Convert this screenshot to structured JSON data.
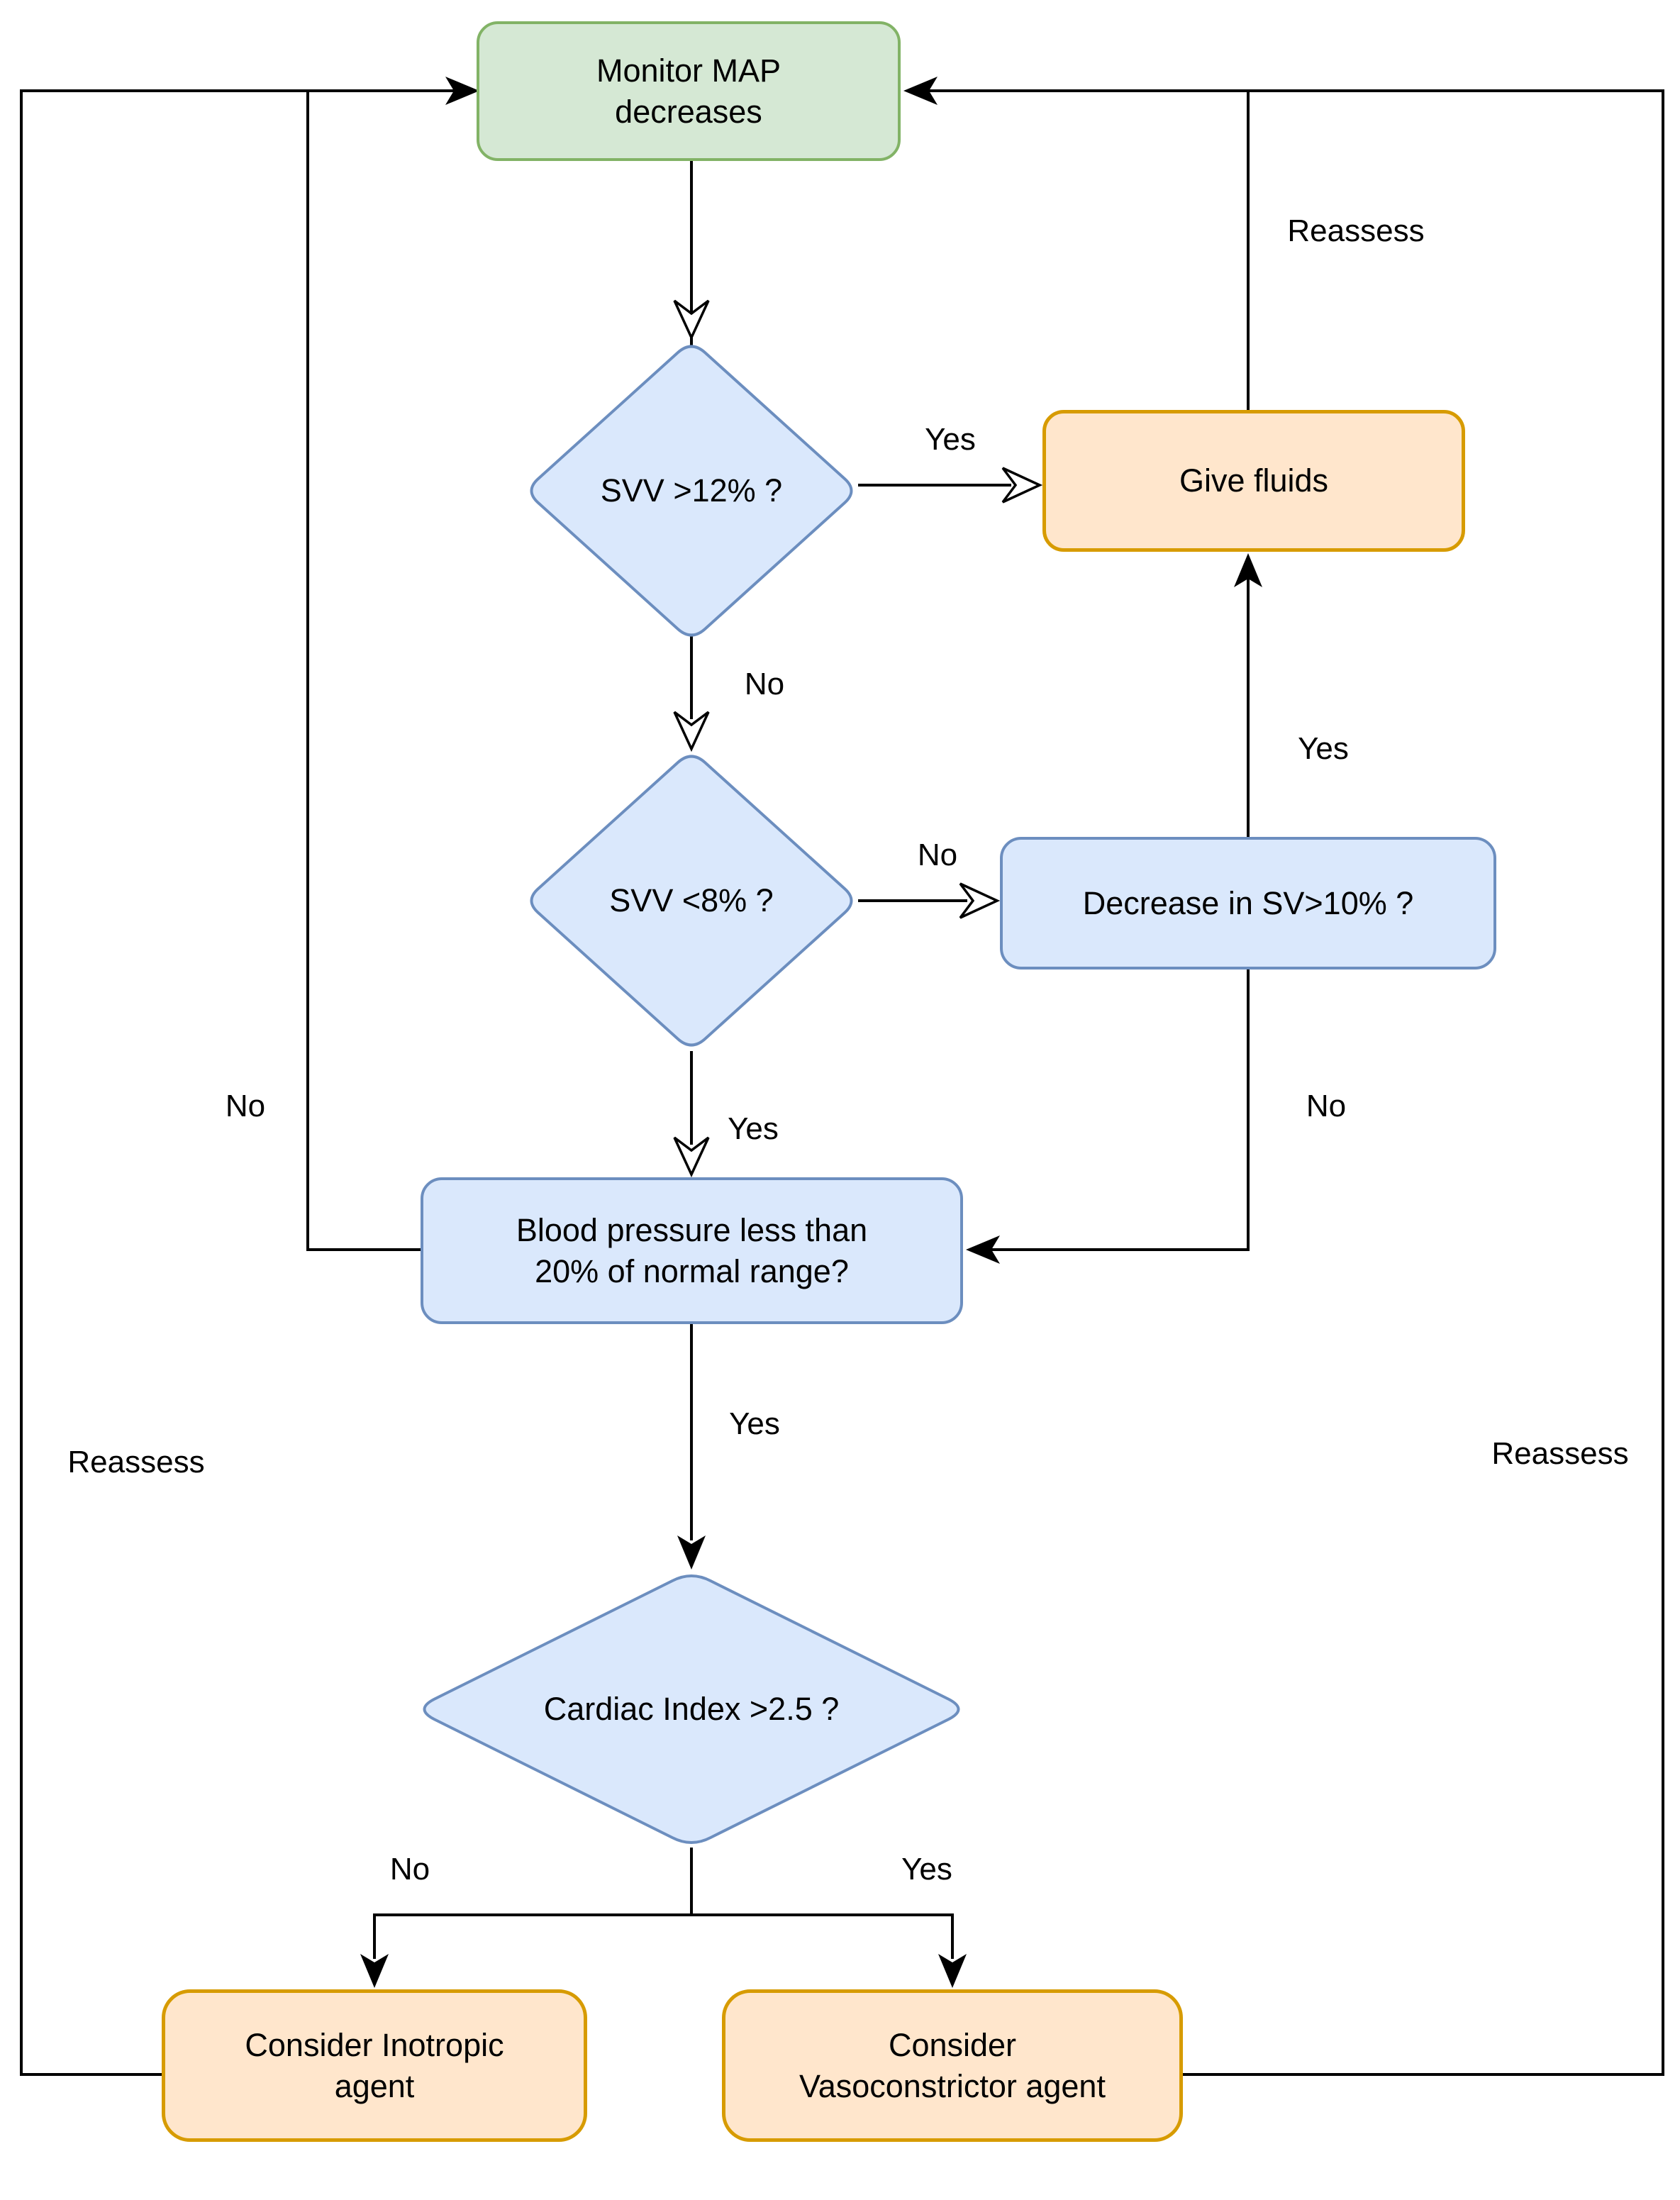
{
  "diagram": {
    "type": "flowchart",
    "nodes": {
      "monitor": {
        "label": "Monitor MAP\ndecreases",
        "shape": "rounded-rect",
        "role": "start"
      },
      "svv12": {
        "label": "SVV >12% ?",
        "shape": "diamond",
        "role": "decision"
      },
      "give_fluids": {
        "label": "Give fluids",
        "shape": "rounded-rect",
        "role": "action"
      },
      "svv8": {
        "label": "SVV <8% ?",
        "shape": "diamond",
        "role": "decision"
      },
      "sv_decrease": {
        "label": "Decrease in SV>10% ?",
        "shape": "rounded-rect",
        "role": "decision"
      },
      "blood_pressure": {
        "label": "Blood pressure less than\n20% of normal range?",
        "shape": "rounded-rect",
        "role": "decision"
      },
      "cardiac_index": {
        "label": "Cardiac Index >2.5 ?",
        "shape": "diamond",
        "role": "decision"
      },
      "inotropic": {
        "label": "Consider Inotropic\nagent",
        "shape": "rounded-rect",
        "role": "action"
      },
      "vasoconstrictor": {
        "label": "Consider\nVasoconstrictor agent",
        "shape": "rounded-rect",
        "role": "action"
      }
    },
    "edge_labels": {
      "yes_svv12_fluids": "Yes",
      "no_svv12_svv8": "No",
      "no_svv8_sv": "No",
      "yes_sv_fluids": "Yes",
      "reassess_top": "Reassess",
      "no_sv_bp": "No",
      "yes_svv8_bp": "Yes",
      "no_bp_monitor": "No",
      "yes_bp_cardiac": "Yes",
      "reassess_left": "Reassess",
      "reassess_right": "Reassess",
      "no_cardiac_inotropic": "No",
      "yes_cardiac_vaso": "Yes"
    },
    "colors": {
      "start_fill": "#d5e8d4",
      "start_stroke": "#82b366",
      "decision_fill": "#dae8fc",
      "decision_stroke": "#6c8ebf",
      "action_fill": "#ffe6cc",
      "action_stroke": "#d79b00",
      "edge": "#000000",
      "background": "#ffffff"
    }
  }
}
